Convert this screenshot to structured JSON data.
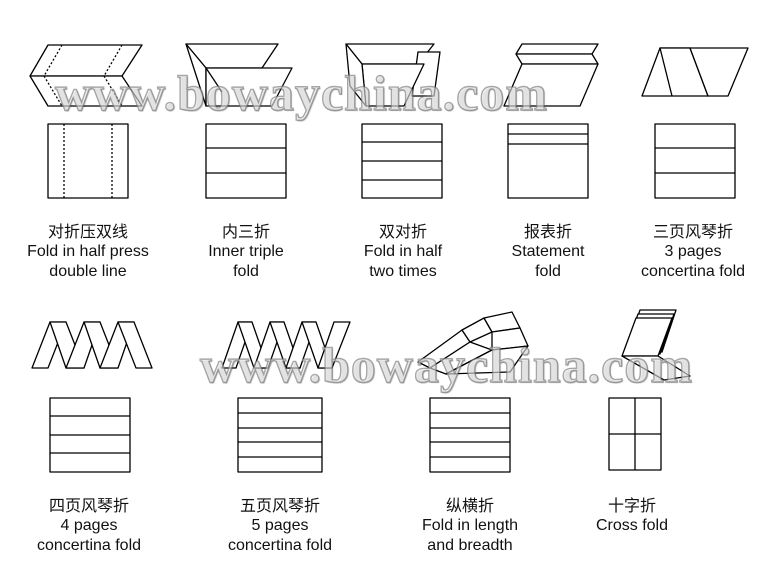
{
  "watermark": "www.bowaychina.com",
  "folds": [
    {
      "zh": "对折压双线",
      "en1": "Fold in half press",
      "en2": "double line"
    },
    {
      "zh": "内三折",
      "en1": "Inner triple",
      "en2": "fold"
    },
    {
      "zh": "双对折",
      "en1": "Fold in half",
      "en2": "two times"
    },
    {
      "zh": "报表折",
      "en1": "Statement",
      "en2": "fold"
    },
    {
      "zh": "三页风琴折",
      "en1": "3 pages",
      "en2": "concertina fold"
    },
    {
      "zh": "四页风琴折",
      "en1": "4 pages",
      "en2": "concertina fold"
    },
    {
      "zh": "五页风琴折",
      "en1": "5 pages",
      "en2": "concertina fold"
    },
    {
      "zh": "纵横折",
      "en1": "Fold in length",
      "en2": "and breadth"
    },
    {
      "zh": "十字折",
      "en1": "Cross fold",
      "en2": ""
    }
  ]
}
